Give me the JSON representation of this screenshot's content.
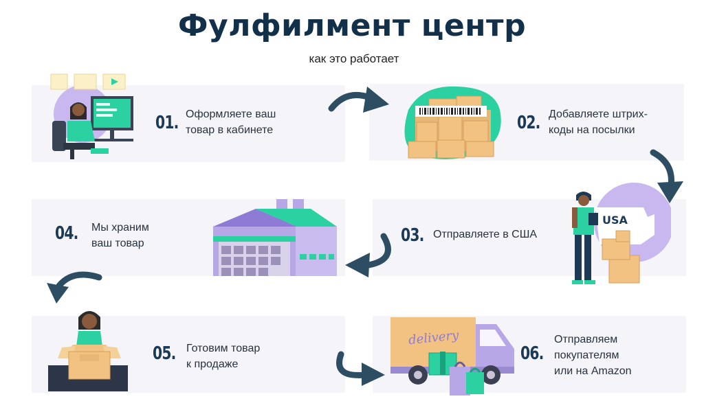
{
  "header": {
    "title": "Фулфилмент центр",
    "subtitle": "как это работает"
  },
  "steps": [
    {
      "number": "01.",
      "text": "Оформляете ваш\nтовар в кабинете"
    },
    {
      "number": "02.",
      "text": "Добавляете штрих-\nкоды на посылки"
    },
    {
      "number": "03.",
      "text": "Отправляете в США"
    },
    {
      "number": "04.",
      "text": "Мы храним\nваш товар"
    },
    {
      "number": "05.",
      "text": "Готовим товар\nк продаже"
    },
    {
      "number": "06.",
      "text": "Отправляем\nпокупателям\nили на Amazon"
    }
  ],
  "illustrations": {
    "usa_label": "USA",
    "delivery_label": "delivery"
  },
  "colors": {
    "title": "#13304a",
    "number": "#1c3a56",
    "card_bg": "#f5f4f8",
    "arrow": "#2d4d63",
    "teal": "#2bd1a1",
    "lavender": "#b7a7e6",
    "box": "#f2c283"
  }
}
